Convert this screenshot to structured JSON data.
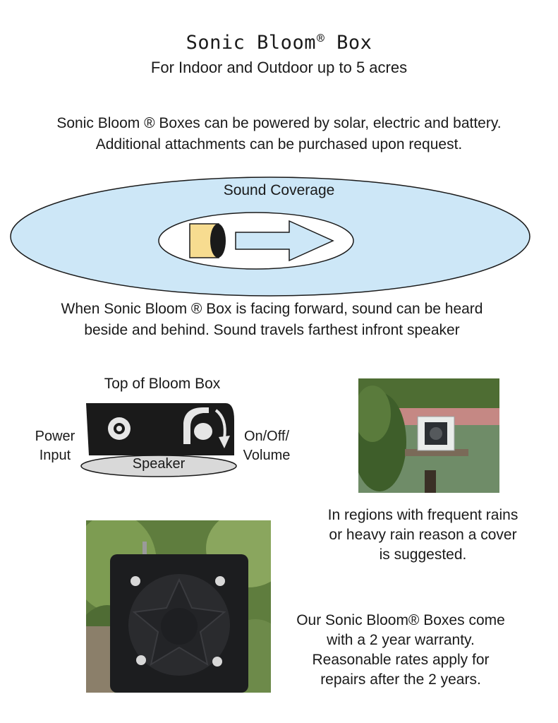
{
  "header": {
    "title": "Sonic Bloom",
    "title_mark": "®",
    "title_suffix": "Box",
    "subtitle": "For Indoor and Outdoor up to 5 acres"
  },
  "power_note": {
    "line1": "Sonic Bloom ® Boxes can be powered by solar, electric and battery.",
    "line2": "Additional attachments can be purchased upon request."
  },
  "coverage": {
    "label": "Sound Coverage",
    "outer_color": "#cde7f7",
    "speaker_color": "#f7dc90"
  },
  "facing_note": {
    "line1": "When Sonic Bloom ® Box is facing forward, sound can be heard",
    "line2": "beside and behind. Sound travels farthest infront speaker"
  },
  "top_diagram": {
    "title": "Top of Bloom Box",
    "power_label_line1": "Power",
    "power_label_line2": "Input",
    "speaker_label": "Speaker",
    "volume_label_line1": "On/Off/",
    "volume_label_line2": "Volume"
  },
  "rain_note": {
    "line1": "In regions with frequent rains",
    "line2": "or heavy rain reason a cover",
    "line3": "is suggested."
  },
  "warranty_note": {
    "line1": "Our Sonic Bloom® Boxes come",
    "line2": "with a 2 year warranty.",
    "line3": "Reasonable rates apply for",
    "line4": "repairs after the 2 years."
  }
}
